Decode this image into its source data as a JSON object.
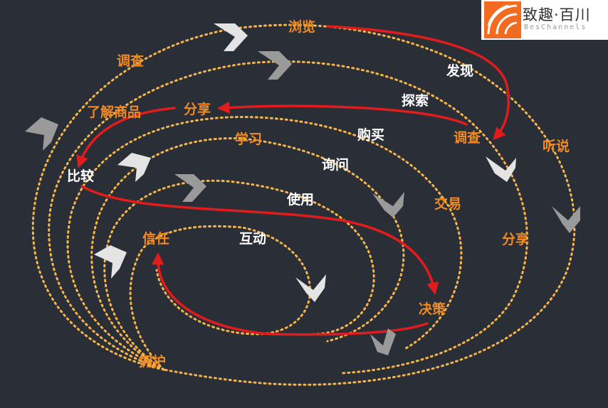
{
  "logo": {
    "name": "致趣·百川",
    "sub": "BesChannels"
  },
  "labels": {
    "liulan": "浏览",
    "diaocha_top": "调查",
    "faxian": "发现",
    "liaojie": "了解商品",
    "fenxiang_top": "分享",
    "tansuo": "探索",
    "diaocha_right": "调查",
    "tingshuo": "听说",
    "goumai": "购买",
    "xuexi": "学习",
    "bijiao": "比较",
    "xunwen": "询问",
    "shiyong": "使用",
    "jiaoyi": "交易",
    "xinren": "信任",
    "hudong": "互动",
    "fenxiang_right": "分享",
    "juece": "决策",
    "yonghu": "拥护"
  },
  "colors": {
    "orange": "#f08a24",
    "dots": "#f5b54a",
    "red": "#e01c1c",
    "chevron_light": "#e4e4e4",
    "chevron_gray": "#8a8a8a",
    "background": "#2a2e37"
  }
}
